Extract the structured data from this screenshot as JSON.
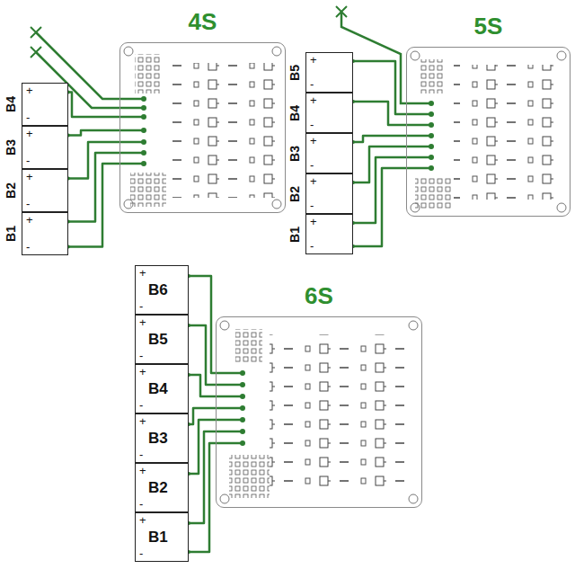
{
  "diagram": {
    "nodes": [
      {
        "text": [
          "4S"
        ]
      },
      {
        "text": [
          "B4",
          "+",
          "-"
        ]
      },
      {
        "text": [
          "B3",
          "+",
          "-"
        ]
      },
      {
        "text": [
          "B2",
          "+",
          "-"
        ]
      },
      {
        "text": [
          "B1",
          "+",
          "-"
        ]
      },
      {
        "text": [
          "5S"
        ]
      },
      {
        "text": [
          "B5",
          "+",
          "-"
        ]
      },
      {
        "text": [
          "B4",
          "+",
          "-"
        ]
      },
      {
        "text": [
          "B3",
          "+",
          "-"
        ]
      },
      {
        "text": [
          "B2",
          "+",
          "-"
        ]
      },
      {
        "text": [
          "B1",
          "+",
          "-"
        ]
      },
      {
        "text": [
          "6S"
        ]
      },
      {
        "text": [
          "B6",
          "+",
          "-"
        ]
      },
      {
        "text": [
          "B5",
          "+",
          "-"
        ]
      },
      {
        "text": [
          "B4",
          "+",
          "-"
        ]
      },
      {
        "text": [
          "B3",
          "+",
          "-"
        ]
      },
      {
        "text": [
          "B2",
          "+",
          "-"
        ]
      },
      {
        "text": [
          "B1",
          "+",
          "-"
        ]
      }
    ],
    "edges": [
      {
        "from": 1,
        "to": 0,
        "arrow": "none"
      },
      {
        "from": 2,
        "to": 0,
        "arrow": "none"
      },
      {
        "from": 3,
        "to": 0,
        "arrow": "none"
      },
      {
        "from": 4,
        "to": 0,
        "arrow": "none"
      },
      {
        "from": 4,
        "to": 0,
        "arrow": "none"
      },
      {
        "from": 6,
        "to": 5,
        "arrow": "none"
      },
      {
        "from": 7,
        "to": 5,
        "arrow": "none"
      },
      {
        "from": 8,
        "to": 5,
        "arrow": "none"
      },
      {
        "from": 9,
        "to": 5,
        "arrow": "none"
      },
      {
        "from": 10,
        "to": 5,
        "arrow": "none"
      },
      {
        "from": 10,
        "to": 5,
        "arrow": "none"
      },
      {
        "from": 12,
        "to": 11,
        "arrow": "none"
      },
      {
        "from": 13,
        "to": 11,
        "arrow": "none"
      },
      {
        "from": 14,
        "to": 11,
        "arrow": "none"
      },
      {
        "from": 15,
        "to": 11,
        "arrow": "none"
      },
      {
        "from": 16,
        "to": 11,
        "arrow": "none"
      },
      {
        "from": 17,
        "to": 11,
        "arrow": "none"
      },
      {
        "from": 17,
        "to": 11,
        "arrow": "none"
      }
    ]
  }
}
